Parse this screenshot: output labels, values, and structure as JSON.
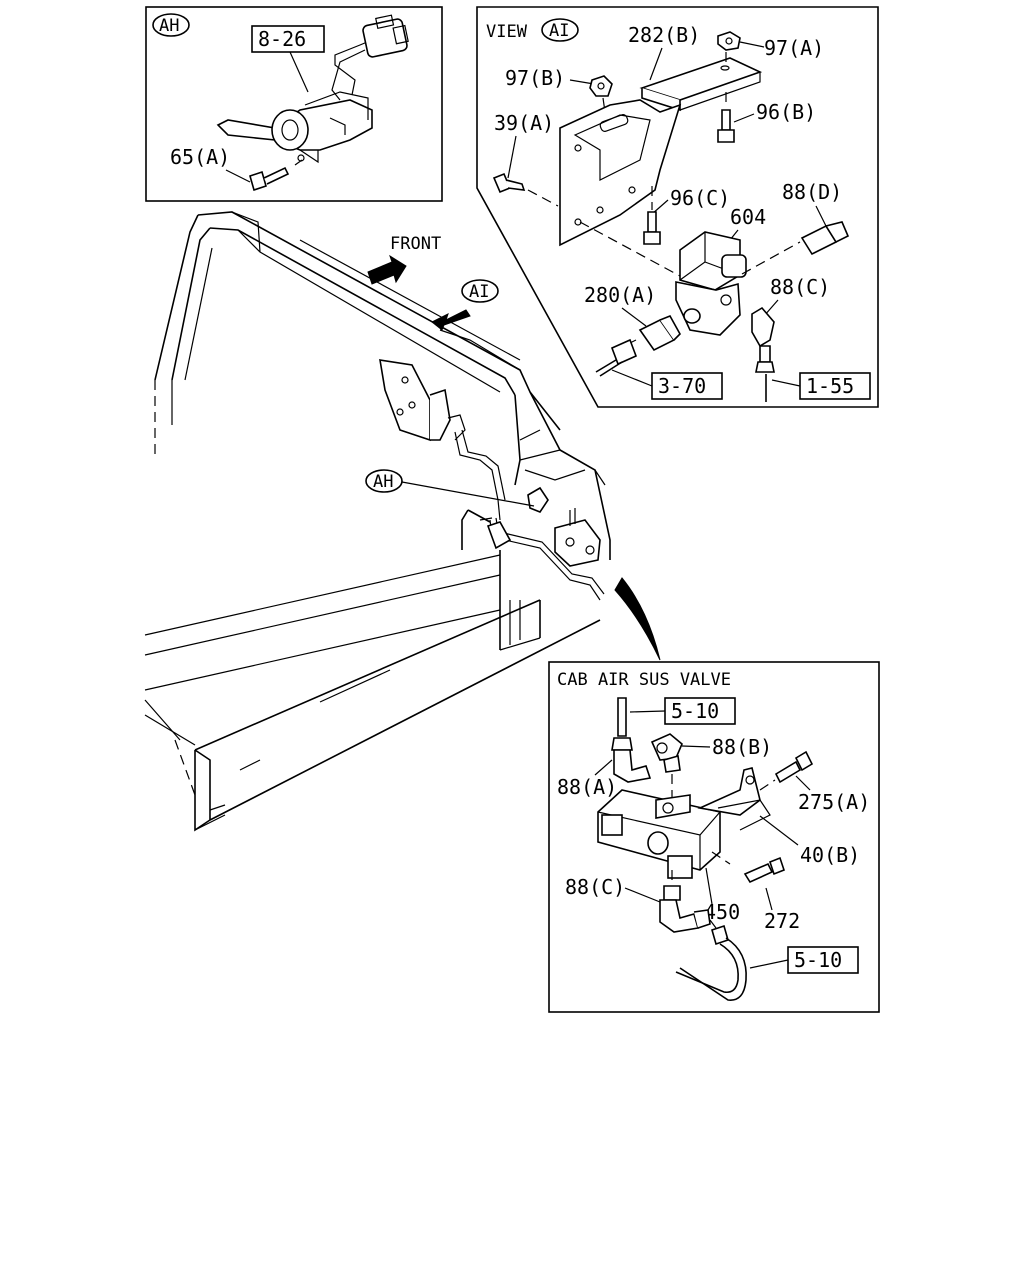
{
  "labels": {
    "ah_badge": "AH",
    "ref_8_26": "8-26",
    "p65a": "65(A)",
    "view_title": "VIEW",
    "ai_badge": "AI",
    "p282b": "282(B)",
    "p97a": "97(A)",
    "p97b": "97(B)",
    "p96b": "96(B)",
    "p39a": "39(A)",
    "p96c": "96(C)",
    "p604": "604",
    "p88d": "88(D)",
    "p280a": "280(A)",
    "p88c_top": "88(C)",
    "ref_3_70": "3-70",
    "ref_1_55": "1-55",
    "front": "FRONT",
    "ai_callout": "AI",
    "ah_callout": "AH",
    "cab_title": "CAB AIR SUS VALVE",
    "ref_5_10_top": "5-10",
    "p88b": "88(B)",
    "p88a": "88(A)",
    "p275a": "275(A)",
    "p40b": "40(B)",
    "p88c_bot": "88(C)",
    "p450": "450",
    "p272": "272",
    "ref_5_10_bot": "5-10"
  }
}
